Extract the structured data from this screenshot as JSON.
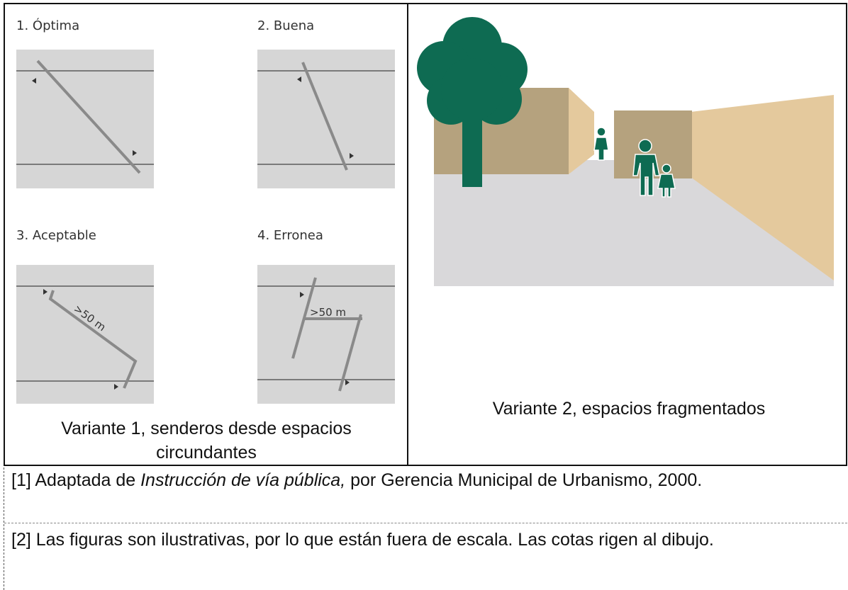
{
  "panels": [
    {
      "label": "1. Óptima"
    },
    {
      "label": "2. Buena"
    },
    {
      "label": "3. Aceptable",
      "dimension": ">50 m"
    },
    {
      "label": "4. Erronea",
      "dimension": ">50 m"
    }
  ],
  "caption_left": "Variante 1, senderos desde espacios circundantes",
  "caption_right": "Variante 2, espacios fragmentados",
  "notes": {
    "note1_prefix": "[1] Adaptada de ",
    "note1_italic": "Instrucción de vía pública,",
    "note1_suffix": " por Gerencia Municipal de Urbanismo, 2000.",
    "note2": "[2] Las figuras son ilustrativas, por lo que están fuera de escala. Las cotas rigen al dibujo."
  },
  "colors": {
    "panel_bg": "#d6d6d6",
    "path_line": "#888888",
    "tree_green": "#0e6b52",
    "wall_tan": "#b5a27e",
    "wall_light": "#e4c99d",
    "ground": "#d9d8da"
  }
}
